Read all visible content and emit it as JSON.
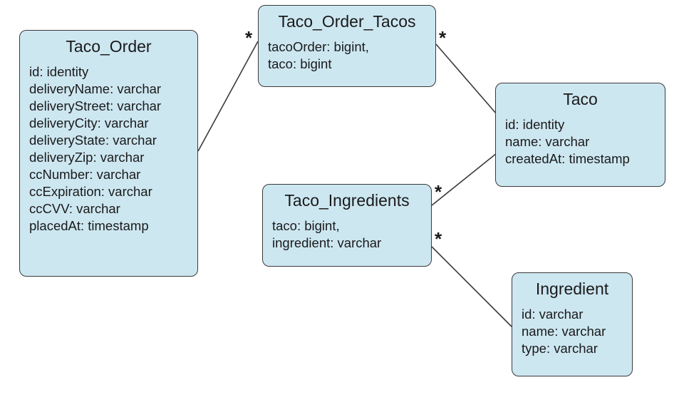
{
  "entities": {
    "taco_order": {
      "title": "Taco_Order",
      "fields": [
        "id: identity",
        "deliveryName: varchar",
        "deliveryStreet: varchar",
        "deliveryCity: varchar",
        "deliveryState: varchar",
        "deliveryZip: varchar",
        "ccNumber: varchar",
        "ccExpiration: varchar",
        "ccCVV: varchar",
        "placedAt: timestamp"
      ]
    },
    "taco_order_tacos": {
      "title": "Taco_Order_Tacos",
      "fields": [
        "tacoOrder: bigint,",
        "taco: bigint"
      ]
    },
    "taco": {
      "title": "Taco",
      "fields": [
        "id: identity",
        "name: varchar",
        "createdAt: timestamp"
      ]
    },
    "taco_ingredients": {
      "title": "Taco_Ingredients",
      "fields": [
        "taco: bigint,",
        "ingredient: varchar"
      ]
    },
    "ingredient": {
      "title": "Ingredient",
      "fields": [
        "id: varchar",
        "name: varchar",
        "type: varchar"
      ]
    }
  },
  "multiplicity": {
    "order_tacos_left": "*",
    "order_tacos_right": "*",
    "ingredients_top": "*",
    "ingredients_bottom": "*"
  }
}
